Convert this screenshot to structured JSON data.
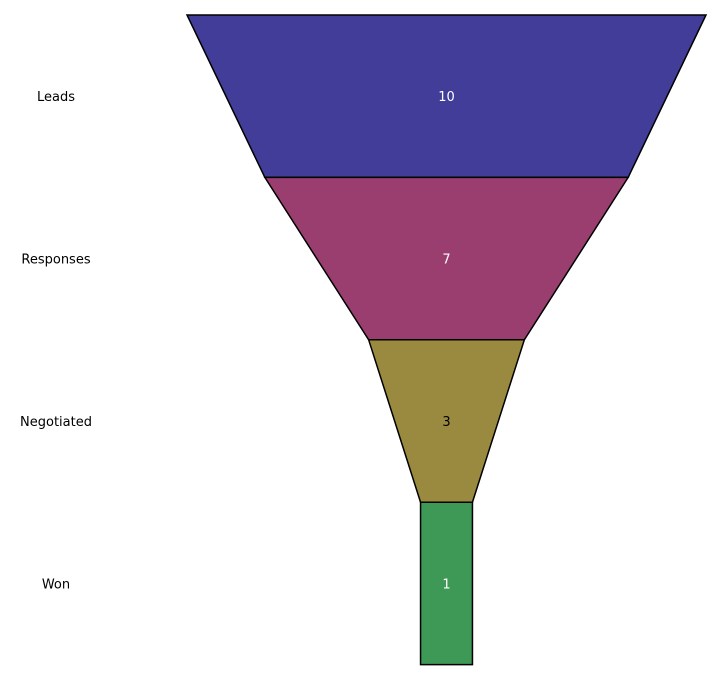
{
  "chart_data": {
    "type": "funnel",
    "title": "",
    "categories": [
      "Leads",
      "Responses",
      "Negotiated",
      "Won"
    ],
    "values": [
      10,
      7,
      3,
      1
    ],
    "colors": [
      "#413d99",
      "#9a3e6f",
      "#9a8a3f",
      "#3d9955"
    ],
    "label_colors": [
      "#ffffff",
      "#ffffff",
      "#000000",
      "#ffffff"
    ]
  }
}
